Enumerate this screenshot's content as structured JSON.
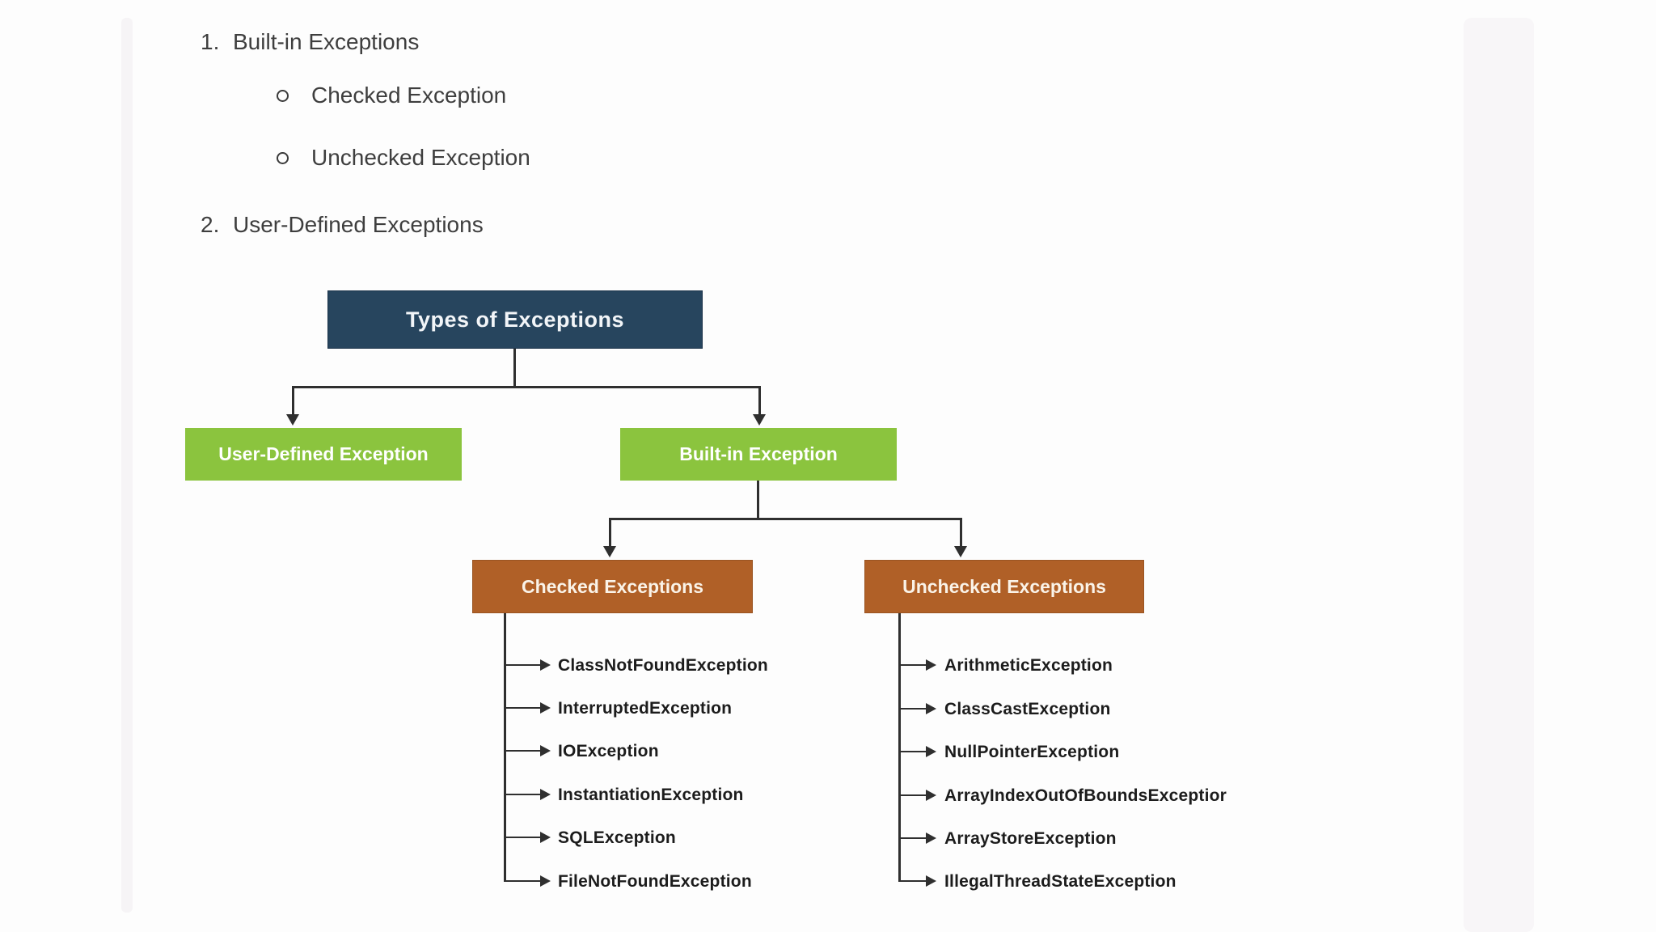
{
  "outline": {
    "item1_number": "1.",
    "item1_label": "Built-in Exceptions",
    "sub1_label": "Checked Exception",
    "sub2_label": "Unchecked Exception",
    "item2_number": "2.",
    "item2_label": "User-Defined Exceptions"
  },
  "diagram": {
    "root_label": "Types of Exceptions",
    "user_defined_label": "User-Defined Exception",
    "built_in_label": "Built-in Exception",
    "checked_label": "Checked Exceptions",
    "unchecked_label": "Unchecked Exceptions",
    "checked_items": [
      "ClassNotFoundException",
      "InterruptedException",
      "IOException",
      "InstantiationException",
      "SQLException",
      "FileNotFoundException"
    ],
    "unchecked_items": [
      "ArithmeticException",
      "ClassCastException",
      "NullPointerException",
      "ArrayIndexOutOfBoundsExceptior",
      "ArrayStoreException",
      "IllegalThreadStateException"
    ],
    "colors": {
      "root": "#27455e",
      "level1": "#8bc43e",
      "level2": "#b06027",
      "line": "#2f2f2f"
    }
  }
}
